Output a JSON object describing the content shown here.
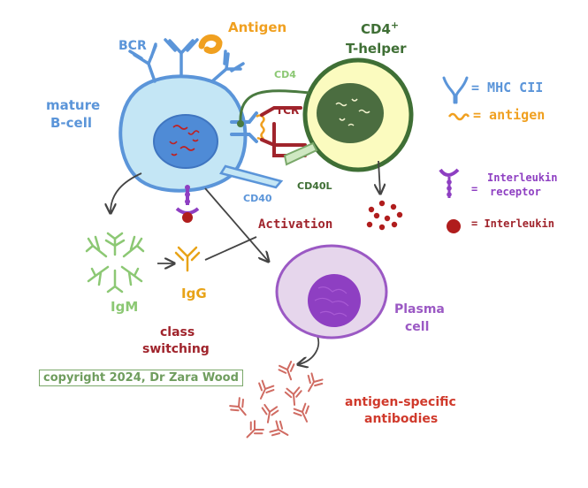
{
  "colors": {
    "bcell_fill": "#c4e6f5",
    "bcell_edge": "#5b95d9",
    "nucleus_blue": "#4f8bd6",
    "thelper_fill": "#fbfbbf",
    "thelper_edge": "#3f6f35",
    "nucleus_green": "#4b6d40",
    "plasma_fill": "#e6d6ec",
    "plasma_edge": "#9b59c4",
    "nucleus_purple": "#8e3fc2",
    "antigen": "#f0a020",
    "interleukin": "#b01d1d",
    "receptor": "#8e3fc2",
    "igm": "#8cc874",
    "igg": "#e8a317",
    "antibody": "#d06b62",
    "dark_red": "#a0242c"
  },
  "labels": {
    "bcr": "BCR",
    "antigen": "Antigen",
    "cd4_title": "CD4",
    "cd4_sup": "+",
    "thelper": "T-helper",
    "mature": "mature",
    "bcell": "B-cell",
    "cd4": "CD4",
    "tcr": "TCR",
    "cd40": "CD40",
    "cd40l": "CD40L",
    "activation": "Activation",
    "igm": "IgM",
    "igg": "IgG",
    "class_switching_1": "class",
    "class_switching_2": "switching",
    "plasma_1": "Plasma",
    "plasma_2": "cell",
    "antibodies_1": "antigen-specific",
    "antibodies_2": "antibodies",
    "copyright": "copyright 2024, Dr Zara Wood"
  },
  "legend": {
    "mhc": "= MHC CII",
    "antigen": "= antigen",
    "receptor_1": "Interleukin",
    "receptor_2": "receptor",
    "receptor_eq": "=",
    "interleukin": "= Interleukin"
  }
}
